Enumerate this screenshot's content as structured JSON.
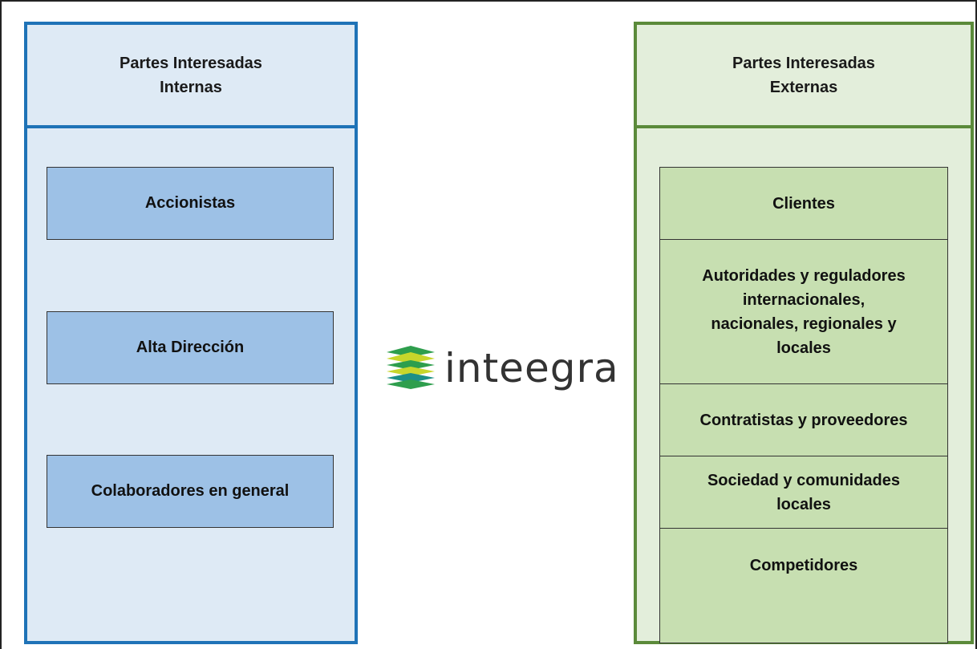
{
  "internal": {
    "title": "Partes Interesadas\nInternas",
    "items": [
      "Accionistas",
      "Alta Dirección",
      "Colaboradores en general"
    ]
  },
  "external": {
    "title": "Partes Interesadas\nExternas",
    "items": [
      "Clientes",
      "Autoridades y reguladores\ninternacionales,\nnacionales, regionales y\nlocales",
      "Contratistas y proveedores",
      "Sociedad y comunidades\nlocales",
      "Competidores"
    ]
  },
  "logo": {
    "text": "inteegra",
    "colors": {
      "green": "#2e9e4d",
      "yellow": "#c8d62b",
      "teal": "#1c8f86",
      "text": "#333333"
    }
  },
  "colors": {
    "internal_border": "#1f73b7",
    "internal_fill": "#deeaf5",
    "internal_box": "#9dc1e6",
    "external_border": "#5b8a3a",
    "external_fill": "#e3eedb",
    "external_box": "#c7dfb1"
  }
}
